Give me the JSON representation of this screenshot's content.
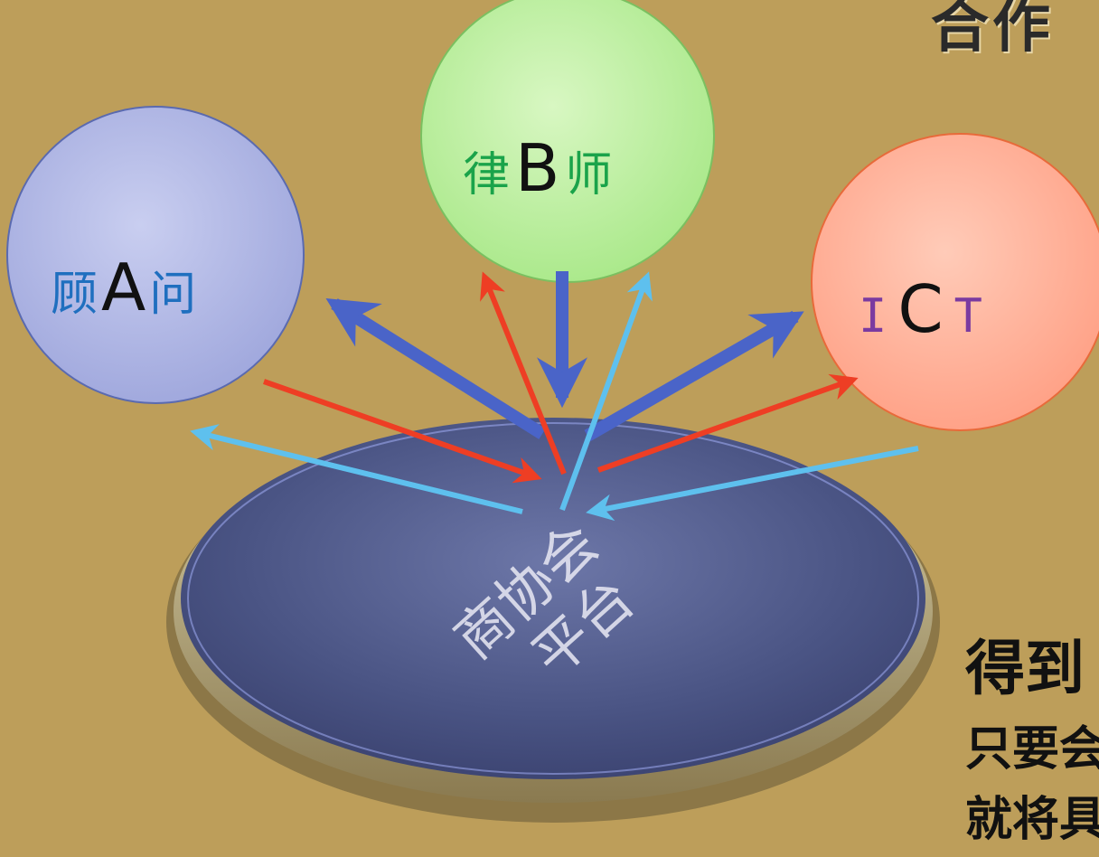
{
  "title_partial": "合作",
  "platform": {
    "line1": "商协会",
    "line2": "平台"
  },
  "nodes": [
    {
      "id": "A",
      "letter": "A",
      "left_char": "顾",
      "right_char": "问",
      "fill": "#b9bfe8",
      "text_color": "#1f6fbf"
    },
    {
      "id": "B",
      "letter": "B",
      "left_char": "律",
      "right_char": "师",
      "fill": "#c6f2a8",
      "text_color": "#1aa34a"
    },
    {
      "id": "C",
      "letter": "C",
      "left_char": "I",
      "right_char": "T",
      "fill": "#ffb8a0",
      "text_color": "#7a3aa0"
    }
  ],
  "captions": {
    "main": "得到",
    "line1": "只要会",
    "line2": "就将具"
  },
  "colors": {
    "arrow_dark_blue": "#4a64c8",
    "arrow_red": "#ee3e24",
    "arrow_light_blue": "#5ec0ee"
  }
}
